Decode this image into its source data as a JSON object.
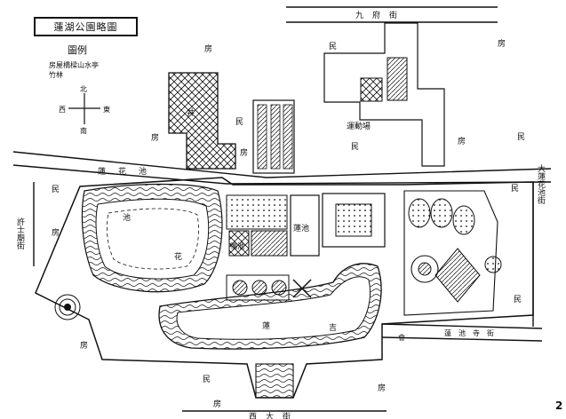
{
  "title": "蓮湖公園略圖",
  "subtitle": "圖例",
  "legend": {
    "row1": "房屋橋樑山水亭",
    "row2": "竹林"
  },
  "compass": {
    "north": "北",
    "south": "南",
    "east": "東",
    "west": "西"
  },
  "streets": {
    "top": "九府街",
    "bottom": "西大街",
    "east_upper": "大蓮花池街",
    "east_lower": "蓮池寺街",
    "west": "許士廟街",
    "north_path": "蓮花池"
  },
  "labels": {
    "houses": [
      "民",
      "房"
    ],
    "pond_west": "池",
    "garden_pond": "蓮池",
    "lake": "蓮",
    "lake2": "吉",
    "duck_pond": "鴨池",
    "sports": "運動場",
    "flower": "花",
    "jing": "井",
    "hall": "會"
  },
  "page_number": "2"
}
